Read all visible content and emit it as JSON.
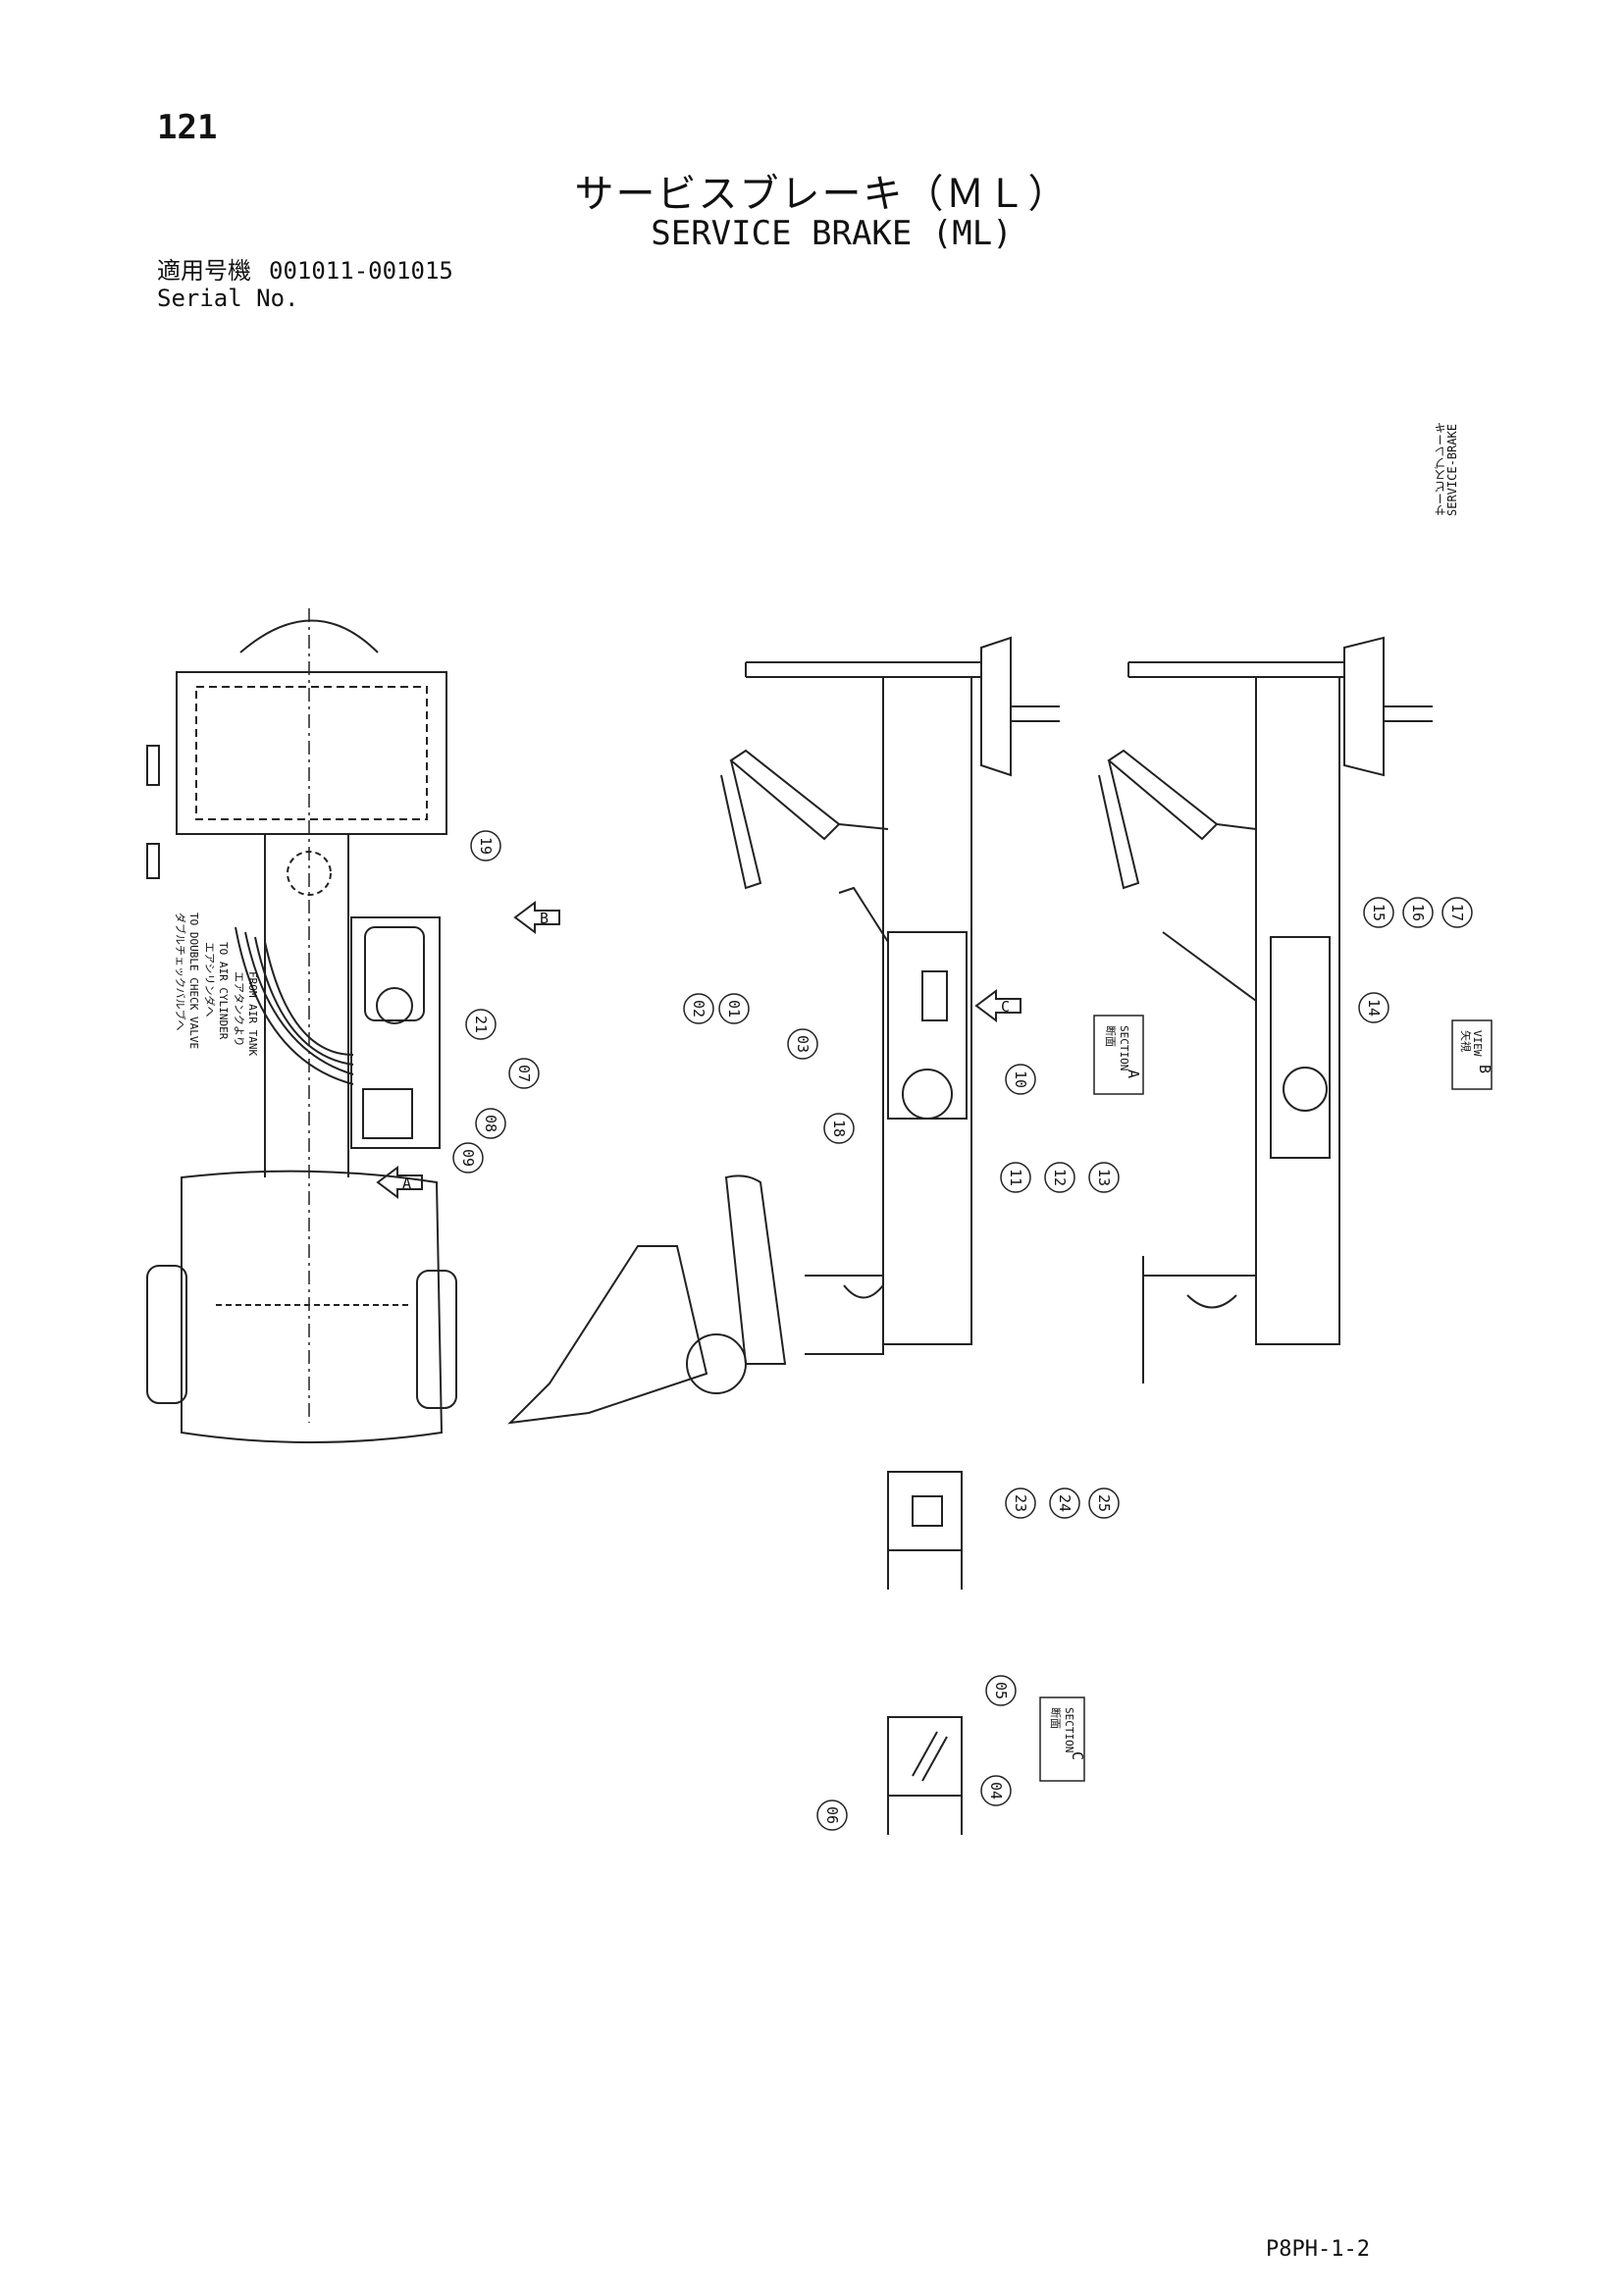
{
  "page_number": "121",
  "title_jp": "サービスブレーキ（ＭＬ）",
  "title_en": "SERVICE BRAKE (ML)",
  "serial": {
    "label_jp": "適用号機",
    "range": "001011-001015",
    "label_en": "Serial No."
  },
  "side_label": {
    "jp": "サービスブレーキ",
    "en": "SERVICE-BRAKE"
  },
  "left_notes": [
    {
      "jp": "ダブルチェックバルブへ",
      "en": "TO DOUBLE CHECK VALVE"
    },
    {
      "jp": "エアシリンダへ",
      "en": "TO AIR CYLINDER"
    },
    {
      "jp": "エアタンクより",
      "en": "FROM AIR TANK"
    }
  ],
  "view_markers": {
    "arrow_b": "B",
    "arrow_a": "A",
    "arrow_c": "C"
  },
  "section_labels": {
    "section_a": {
      "jp": "断面",
      "en": "SECTION",
      "letter": "A"
    },
    "view_b": {
      "jp": "矢視",
      "en": "VIEW",
      "letter": "B"
    },
    "section_c": {
      "jp": "断面",
      "en": "SECTION",
      "letter": "C"
    }
  },
  "callouts": {
    "plan_view": [
      "19",
      "21",
      "07",
      "08",
      "09"
    ],
    "side_view": [
      "02",
      "01",
      "03",
      "18",
      "10",
      "11",
      "12",
      "13"
    ],
    "view_b": [
      "15",
      "16",
      "17",
      "14"
    ],
    "detail_1": [
      "23",
      "24",
      "25"
    ],
    "detail_c": [
      "05",
      "04",
      "06"
    ]
  },
  "footer_code": "P8PH-1-2"
}
